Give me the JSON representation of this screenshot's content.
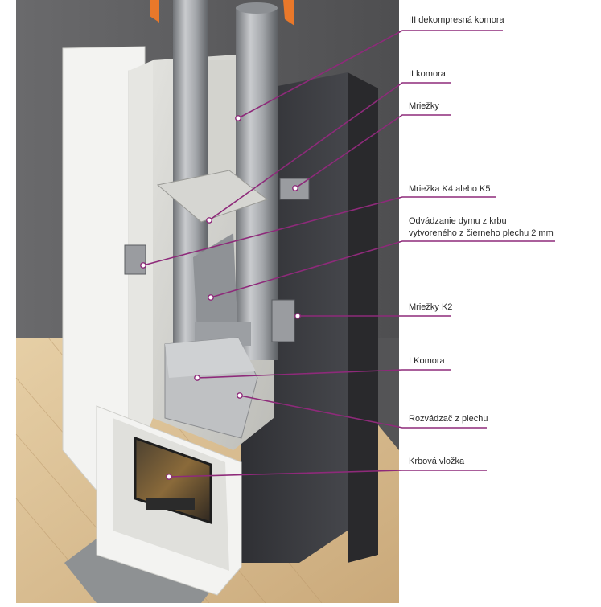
{
  "diagram": {
    "labels": [
      {
        "id": "l1",
        "text": "III dekompresná komora"
      },
      {
        "id": "l2",
        "text": "II komora"
      },
      {
        "id": "l3",
        "text": "Mriežky"
      },
      {
        "id": "l4",
        "text": "Mriežka K4 alebo K5"
      },
      {
        "id": "l5a",
        "text": "Odvádzanie dymu z krbu"
      },
      {
        "id": "l5b",
        "text": "vytvoreného z čierneho plechu 2 mm"
      },
      {
        "id": "l6",
        "text": "Mriežky K2"
      },
      {
        "id": "l7",
        "text": "I Komora"
      },
      {
        "id": "l8",
        "text": "Rozvádzač z plechu"
      },
      {
        "id": "l9",
        "text": "Krbová vložka"
      }
    ],
    "colors": {
      "leader": "#8e2a7a",
      "wall": "#5a5a5c",
      "panel_white": "#f3f3f1",
      "dark_panel": "#3b3c40",
      "insulation": "#d8d8d4",
      "floor": "#d9bf96",
      "pipe": "#a4a6aa",
      "flame": "#e9782a"
    }
  }
}
